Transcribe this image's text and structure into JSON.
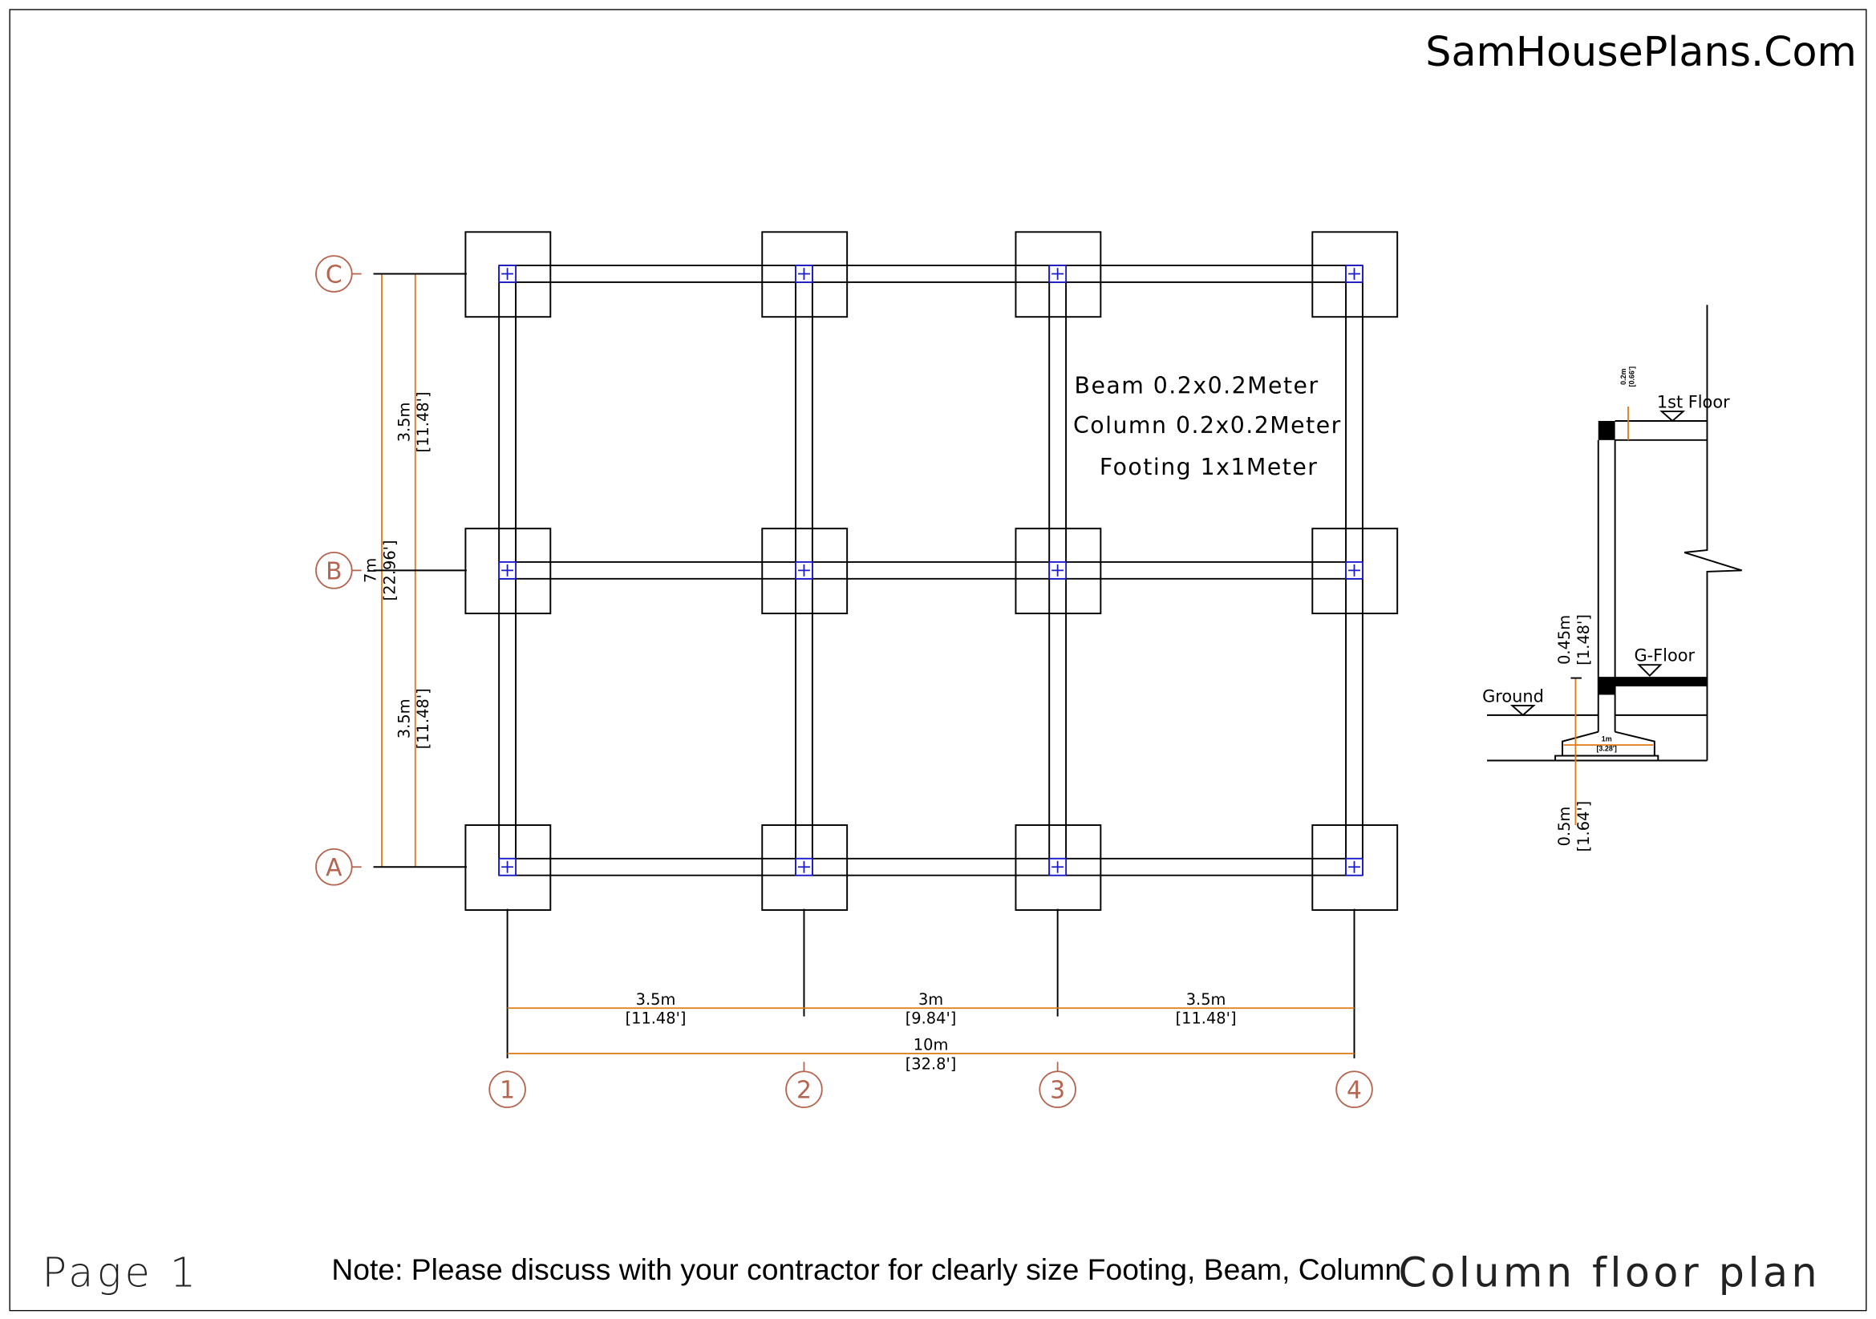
{
  "site_title": "SamHousePlans.Com",
  "page_label": "Page 1",
  "drawing_title": "Column floor plan",
  "footer_note": "Note: Please discuss with your contractor for clearly size Footing, Beam, Column",
  "spec_notes": [
    "Beam 0.2x0.2Meter",
    "Column 0.2x0.2Meter",
    "Footing 1x1Meter"
  ],
  "grid_rows": [
    "C",
    "B",
    "A"
  ],
  "grid_cols": [
    "1",
    "2",
    "3",
    "4"
  ],
  "vertical_dims": {
    "total": {
      "m": "7m",
      "ft": "[22.96']"
    },
    "segments": [
      {
        "m": "3.5m",
        "ft": "[11.48']"
      },
      {
        "m": "3.5m",
        "ft": "[11.48']"
      }
    ]
  },
  "horizontal_dims": {
    "segments": [
      {
        "m": "3.5m",
        "ft": "[11.48']"
      },
      {
        "m": "3m",
        "ft": "[9.84']"
      },
      {
        "m": "3.5m",
        "ft": "[11.48']"
      }
    ],
    "total": {
      "m": "10m",
      "ft": "[32.8']"
    }
  },
  "section": {
    "first_floor": "1st Floor",
    "g_floor": "G-Floor",
    "ground": "Ground",
    "beam_dim": {
      "m": "0.2m",
      "ft": "[0.66']"
    },
    "plinth_dim": {
      "m": "0.45m",
      "ft": "[1.48']"
    },
    "footing_width": {
      "m": "1m",
      "ft": "[3.28']"
    },
    "footing_depth": {
      "m": "0.5m",
      "ft": "[1.64']"
    }
  },
  "colors": {
    "dimension": "#e07a10",
    "grid_bubble": "#b5654f",
    "column": "#1a1ad0"
  }
}
